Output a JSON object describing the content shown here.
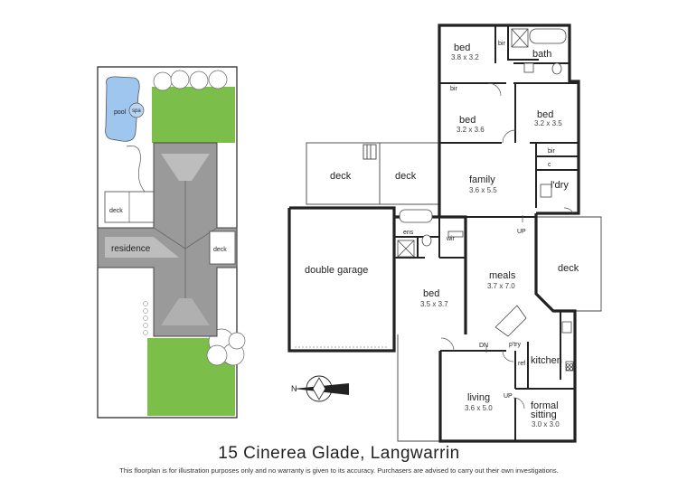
{
  "title": "15 Cinerea Glade, Langwarrin",
  "disclaimer": "This floorplan is for illustration purposes only and no warranty is given to its accuracy. Purchasers are advised to carry out their own investigations.",
  "site_plan": {
    "pool": "pool",
    "spa": "spa",
    "deck_left": "deck",
    "deck_right": "deck",
    "residence": "residence"
  },
  "rooms": {
    "bed1": {
      "name": "bed",
      "dim": "3.8 x 3.2"
    },
    "bed2": {
      "name": "bed",
      "dim": "3.2 x 3.6"
    },
    "bed3": {
      "name": "bed",
      "dim": "3.2 x 3.5"
    },
    "bed4": {
      "name": "bed",
      "dim": "3.5 x 3.7"
    },
    "bath": "bath",
    "bir1": "bir",
    "bir2": "bir",
    "bir3": "bir",
    "c": "c",
    "laundry": "l'dry",
    "family": {
      "name": "family",
      "dim": "3.6 x 5.5"
    },
    "deck_top_left": "deck",
    "deck_top_right": "deck",
    "deck_east": "deck",
    "ens": "ens",
    "wir": "wir",
    "double_garage": "double garage",
    "meals": {
      "name": "meals",
      "dim": "3.7 x 7.0"
    },
    "pantry": "p'try",
    "kitchen": "kitchen",
    "ref": "ref",
    "living": {
      "name": "living",
      "dim": "3.6 x 5.0"
    },
    "formal_sitting": {
      "name": "formal",
      "name2": "sitting",
      "dim": "3.0 x 3.0"
    },
    "up1": "UP",
    "up2": "UP",
    "dn": "DN"
  },
  "compass": "N",
  "colors": {
    "wall": "#222222",
    "lawn": "#7bbf4a",
    "pool": "#9fc6ee",
    "roof": "#9a9a9a",
    "roof_light": "#bdbdbd"
  }
}
